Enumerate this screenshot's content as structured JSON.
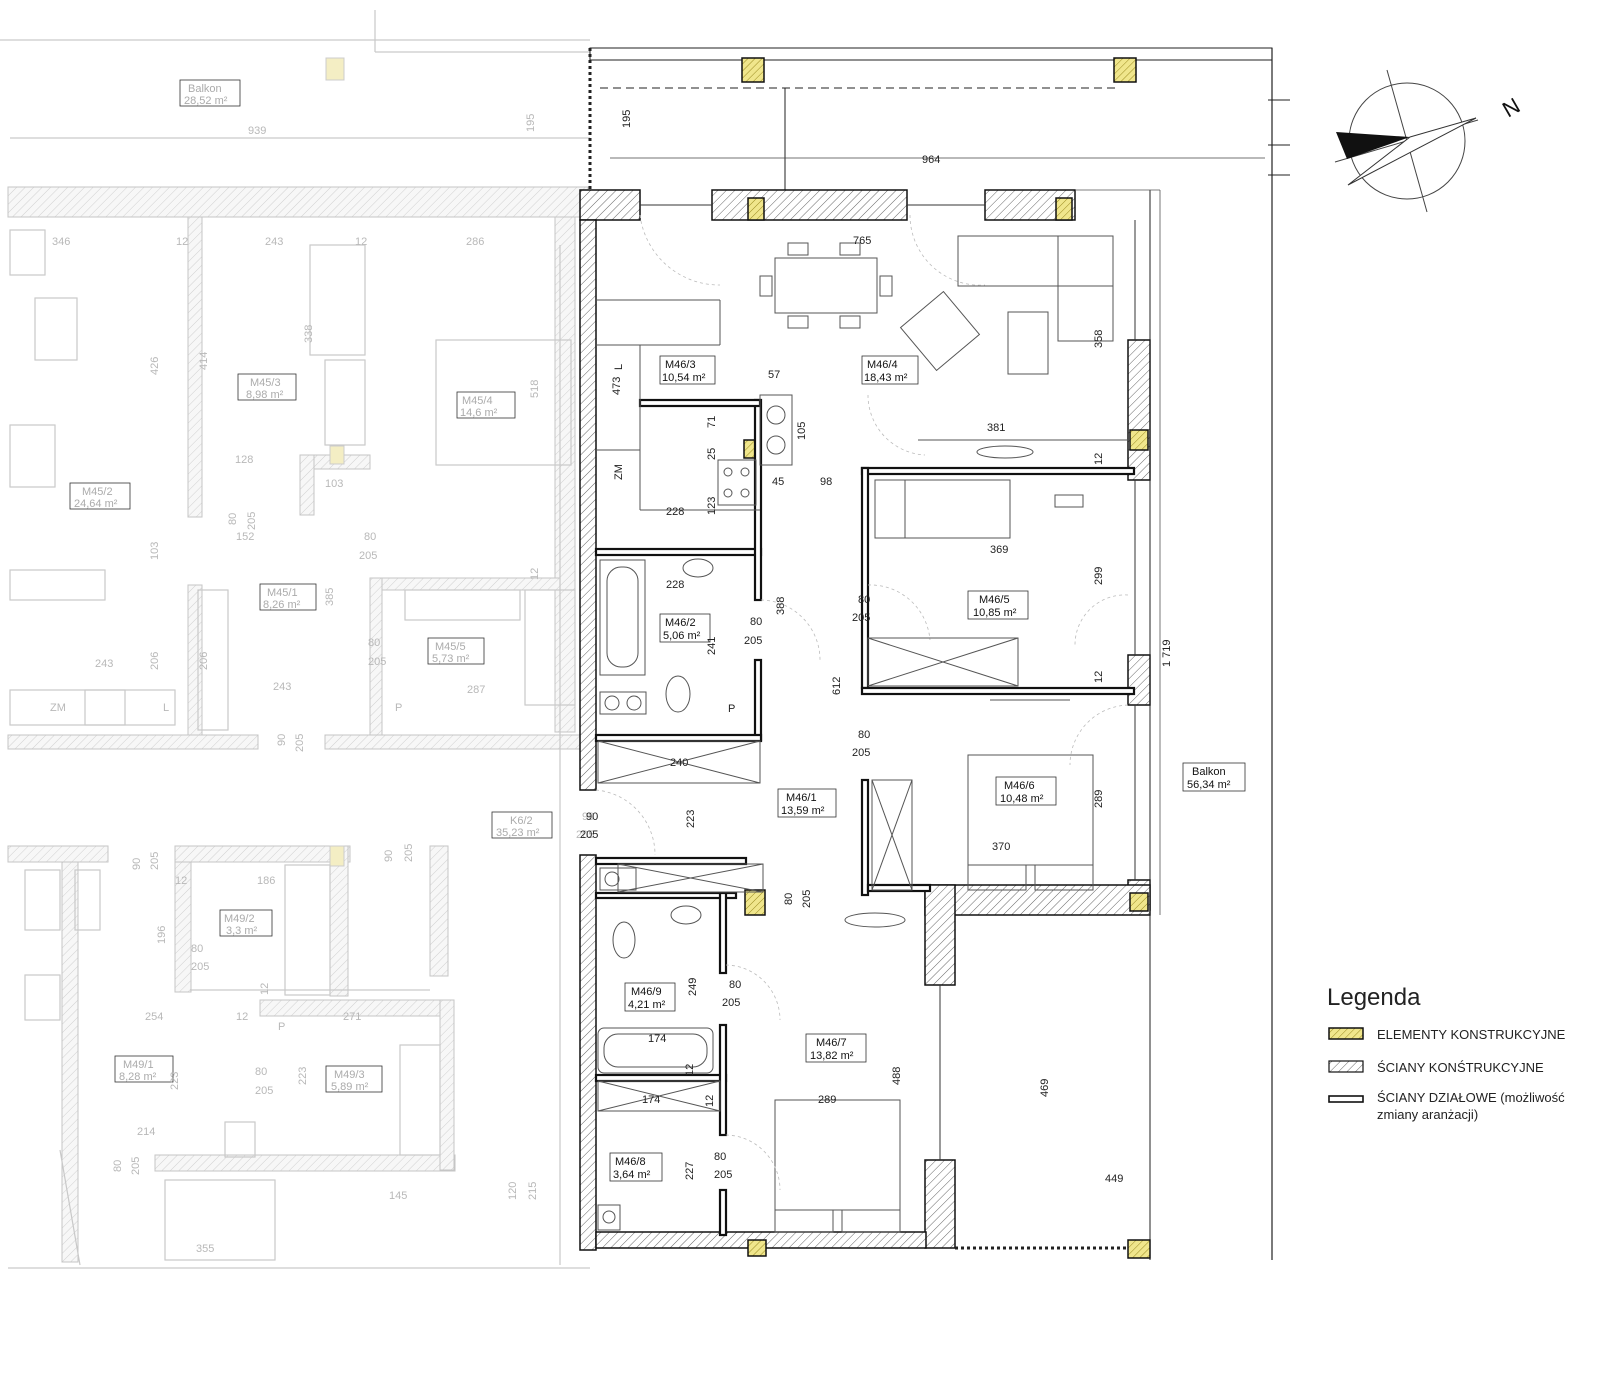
{
  "legend": {
    "title": "Legenda",
    "items": [
      {
        "label": "ELEMENTY KONSTRUKCYJNE",
        "label2": "",
        "swatch": "yellow-hatch"
      },
      {
        "label": "ŚCIANY KONŚTRUKCYJNE",
        "label2": "",
        "swatch": "grey-hatch"
      },
      {
        "label": "ŚCIANY DZIAŁOWE (możliwość",
        "label2": "zmiany aranżacji)",
        "swatch": "outline"
      }
    ]
  },
  "compass": {
    "letter": "N"
  },
  "colors": {
    "structural": "#f0e68c",
    "hatch": "#555555",
    "ghost": "#c9c9c9"
  },
  "rooms": [
    {
      "name": "M46/1",
      "area": "13,59 m²"
    },
    {
      "name": "M46/2",
      "area": "5,06 m²"
    },
    {
      "name": "M46/3",
      "area": "10,54 m²"
    },
    {
      "name": "M46/4",
      "area": "18,43 m²"
    },
    {
      "name": "M46/5",
      "area": "10,85 m²"
    },
    {
      "name": "M46/6",
      "area": "10,48 m²"
    },
    {
      "name": "M46/7",
      "area": "13,82 m²"
    },
    {
      "name": "M46/8",
      "area": "3,64 m²"
    },
    {
      "name": "M46/9",
      "area": "4,21 m²"
    },
    {
      "name": "Balkon",
      "area": "56,34 m²"
    }
  ],
  "ghost_rooms": [
    {
      "name": "Balkon",
      "area": "28,52 m²"
    },
    {
      "name": "M45/3",
      "area": "8,98 m²"
    },
    {
      "name": "M45/4",
      "area": "14,6 m²"
    },
    {
      "name": "M45/2",
      "area": "24,64 m²"
    },
    {
      "name": "M45/1",
      "area": "8,26 m²"
    },
    {
      "name": "M45/5",
      "area": "5,73 m²"
    },
    {
      "name": "K6/2",
      "area": "35,23 m²"
    },
    {
      "name": "M49/2",
      "area": "3,3 m²"
    },
    {
      "name": "M49/1",
      "area": "8,28 m²"
    },
    {
      "name": "M49/3",
      "area": "5,89 m²"
    }
  ],
  "dimensions": {
    "d964": "964",
    "d195": "195",
    "d765": "765",
    "d358": "358",
    "d57": "57",
    "d473": "473",
    "d105": "105",
    "d71": "71",
    "d25": "25",
    "d45": "45",
    "d98": "98",
    "d381": "381",
    "d12a": "12",
    "d123": "123",
    "d228a": "228",
    "d228b": "228",
    "d369": "369",
    "d299": "299",
    "d1719": "1 719",
    "d388": "388",
    "d240": "240",
    "d612": "612",
    "d12b": "12",
    "d370": "370",
    "d289a": "289",
    "d223": "223",
    "d90": "90",
    "d205a": "205",
    "d249": "249",
    "d174a": "174",
    "d174b": "174",
    "d12c": "12",
    "d12d": "12",
    "d289b": "289",
    "d488": "488",
    "d469": "469",
    "d449": "449",
    "d227": "227",
    "d241": "241",
    "door80a": "80",
    "door205a": "205",
    "door80b": "80",
    "door205b": "205",
    "door80c": "80",
    "door205c": "205",
    "door80d": "80",
    "door205d": "205",
    "door80e": "80",
    "door205e": "205",
    "door80f": "80",
    "door205f": "205",
    "zm": "ZM",
    "l": "L",
    "p": "P"
  },
  "ghost_dims": {
    "g939": "939",
    "g195": "195",
    "g346": "346",
    "g12a": "12",
    "g243a": "243",
    "g12b": "12",
    "g286": "286",
    "g426": "426",
    "g414": "414",
    "g338": "338",
    "g518": "518",
    "g128": "128",
    "g103a": "103",
    "g80a": "80",
    "g205a": "205",
    "g152": "152",
    "g80b": "80",
    "g205b": "205",
    "g103b": "103",
    "g385": "385",
    "g12c": "12",
    "g243b": "243",
    "g206a": "206",
    "g206b": "206",
    "g243c": "243",
    "g80c": "80",
    "g205c": "205",
    "g287": "287",
    "g90a": "90",
    "g205d": "205",
    "gzm": "ZM",
    "gl": "L",
    "gp": "P",
    "g90b": "90",
    "g205e": "205",
    "g12d": "12",
    "g186": "186",
    "g90c": "90",
    "g205f": "205",
    "g196": "196",
    "g80d": "80",
    "g205g": "205",
    "g12e": "12",
    "g254": "254",
    "g12f": "12",
    "g271": "271",
    "g80e": "80",
    "g205h": "205",
    "g223a": "223",
    "g223b": "223",
    "g214": "214",
    "g80f": "80",
    "g205i": "205",
    "g145": "145",
    "g355": "355",
    "g120": "120",
    "g215": "215",
    "g90d": "90",
    "g205j": "205",
    "gp2": "P",
    "g90e": "90",
    "g205k": "205"
  }
}
